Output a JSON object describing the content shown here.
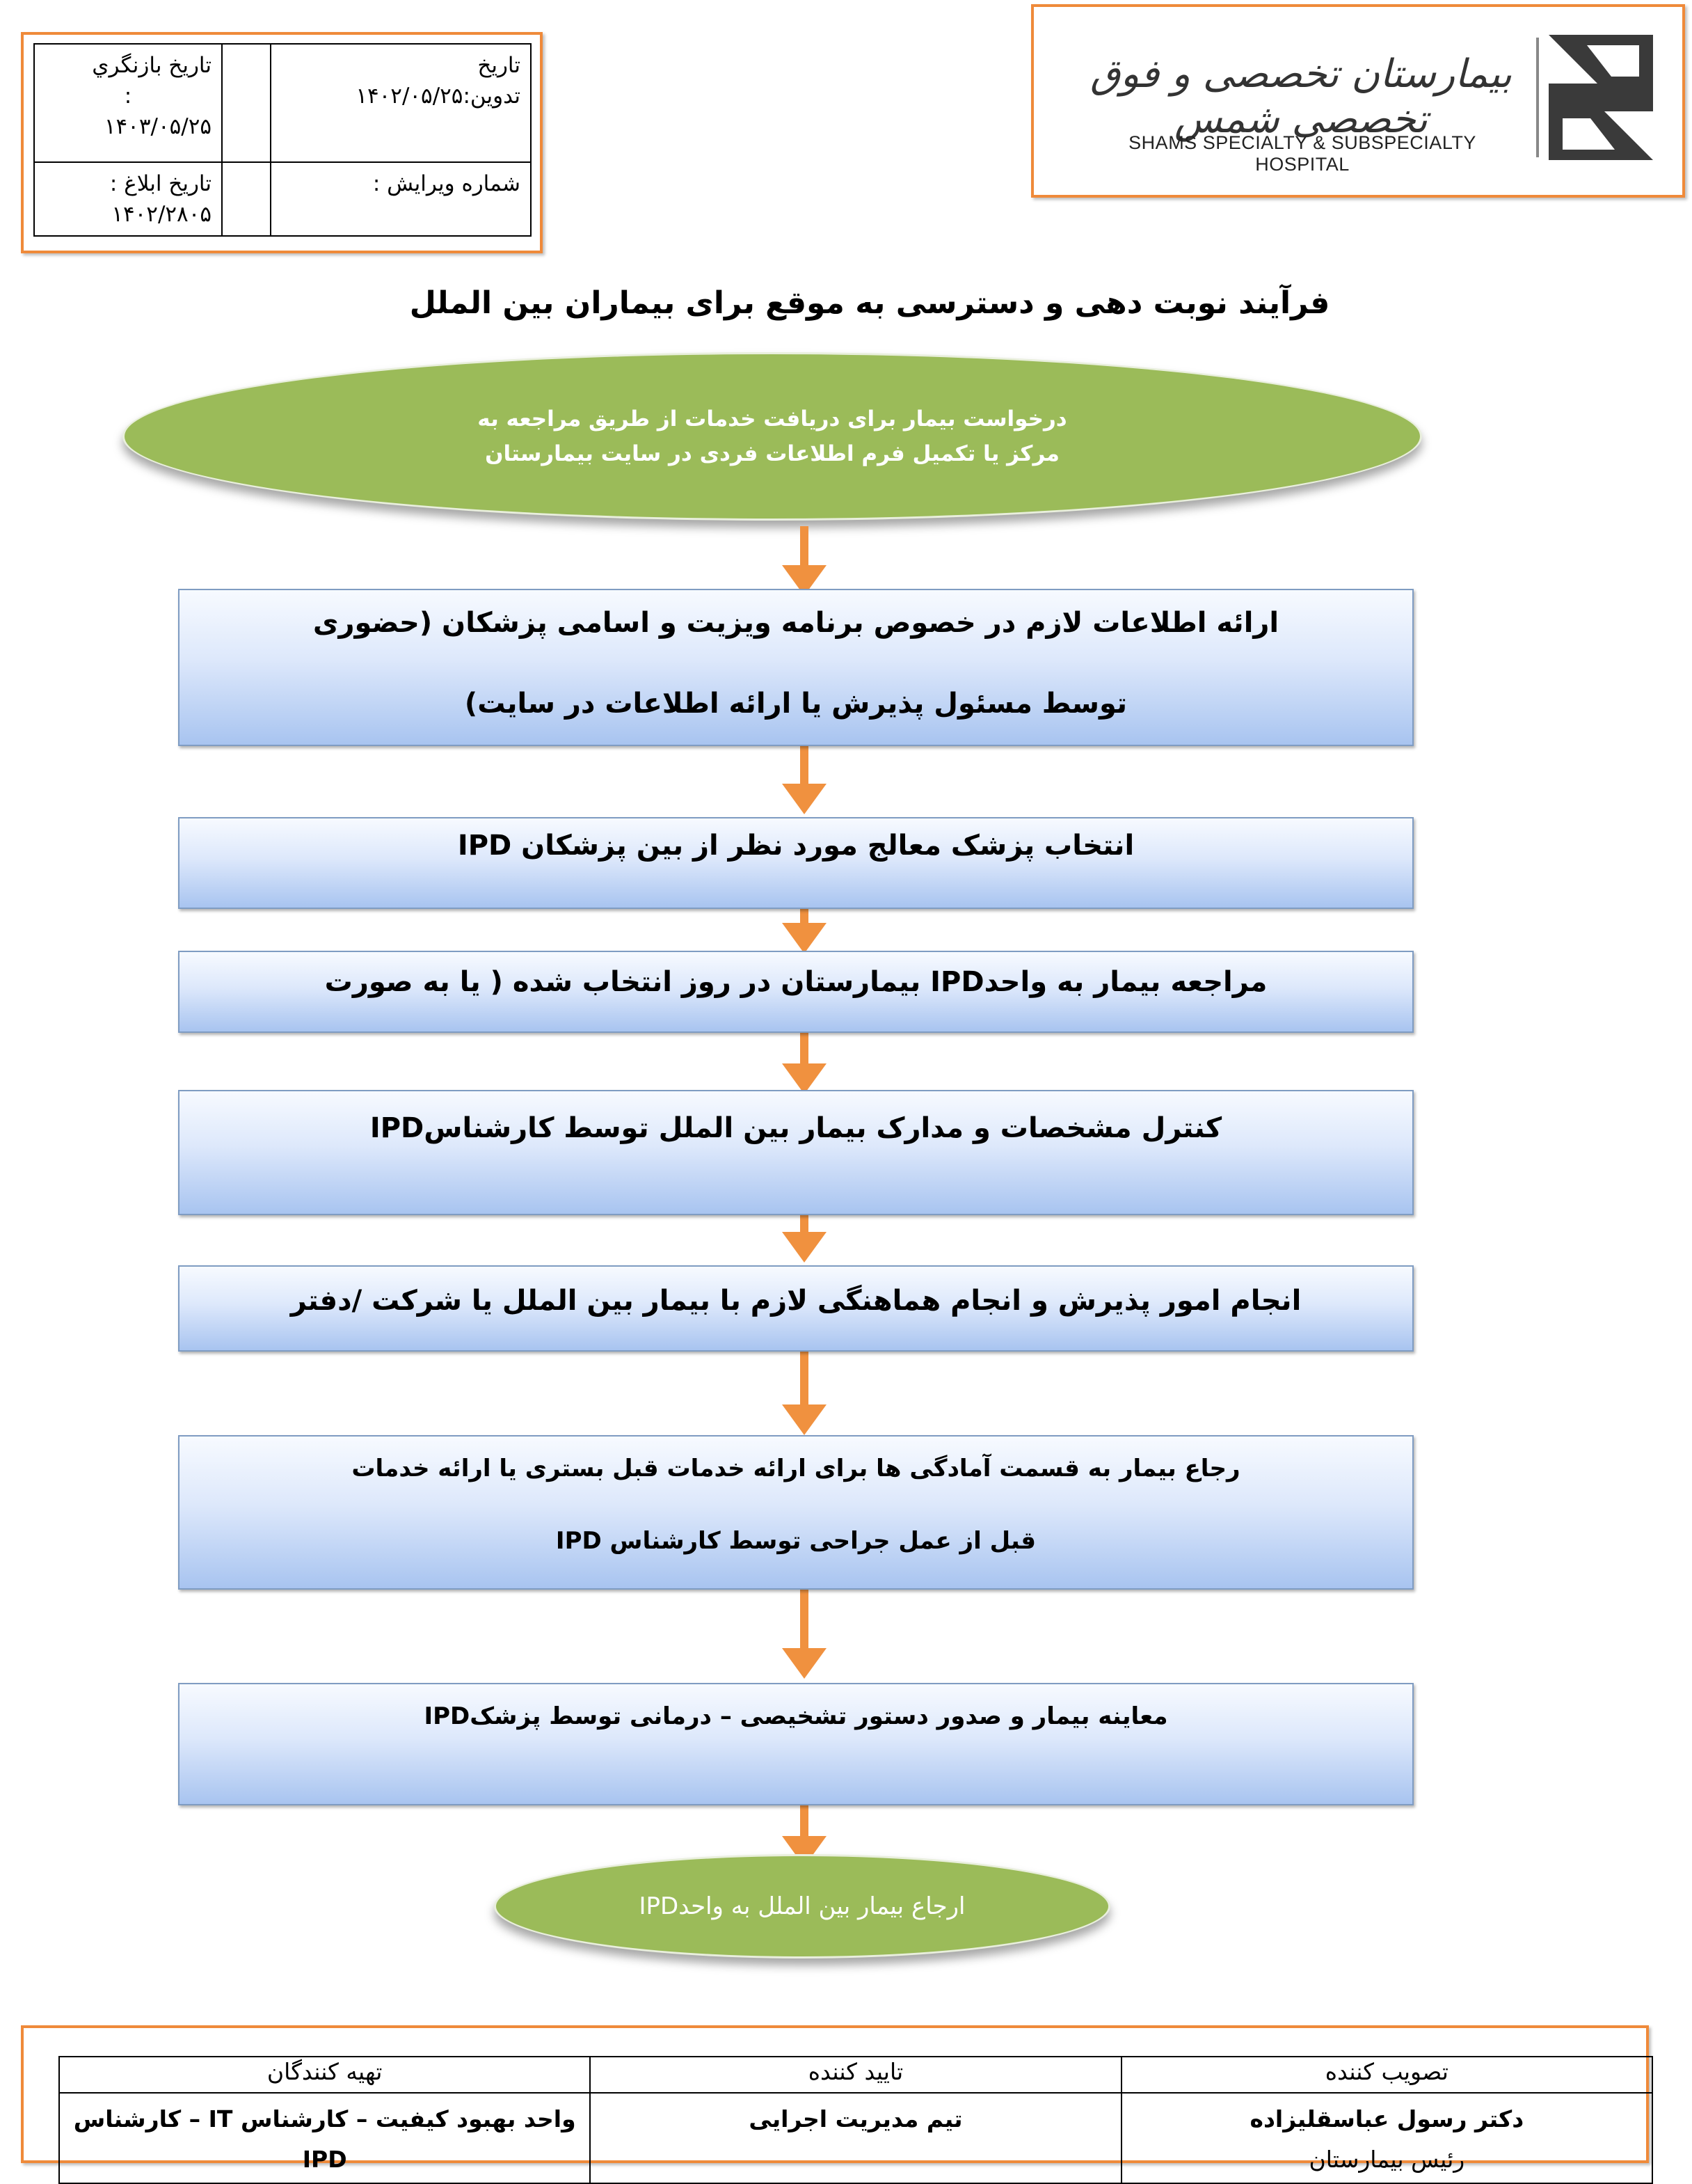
{
  "header": {
    "revision_date_label": "تاريخ بازنگري",
    "revision_date_colon": ":",
    "revision_date_value": "۱۴۰۳/۰۵/۲۵",
    "compile_date_label": "تاریخ",
    "compile_date_text": "تدوین:۱۴۰۲/۰۵/۲۵",
    "notify_label": "تاريخ ابلاغ :",
    "notify_value": "۱۴۰۲/۲۸۰۵",
    "edit_number_label": "شماره ویرایش :",
    "logo": {
      "name_fa": "بیمارستان تخصصی و فوق تخصصی شمس",
      "name_en": "SHAMS SPECIALTY & SUBSPECIALTY HOSPITAL"
    }
  },
  "title": "فرآیند نوبت دهی و دسترسی به موقع برای بیماران بین الملل",
  "start": {
    "line1": "درخواست بیمار برای دریافت خدمات از طریق مراجعه به",
    "line2": "مرکز یا تکمیل فرم اطلاعات فردی در سایت بیمارستان"
  },
  "steps": [
    {
      "line1": "ارائه اطلاعات لازم در خصوص برنامه ویزیت و اسامی پزشکان (حضوری",
      "line2": "توسط مسئول پذیرش یا ارائه اطلاعات در سایت)"
    },
    {
      "line1": "انتخاب پزشک معالج مورد نظر از بین پزشکان IPD"
    },
    {
      "line1": "مراجعه بیمار به واحدIPD  بیمارستان در روز انتخاب شده ( یا به صورت"
    },
    {
      "line1": "کنترل مشخصات و مدارک بیمار بین الملل توسط کارشناسIPD"
    },
    {
      "line1": "انجام امور پذیرش و انجام هماهنگی لازم با بیمار بین الملل یا شرکت /دفتر"
    },
    {
      "line1": "رجاع بیمار به قسمت آمادگی ها برای ارائه خدمات قبل بستری یا ارائه خدمات",
      "line2": "قبل از عمل جراحی توسط کارشناس IPD"
    },
    {
      "line1": "معاینه بیمار و صدور دستور تشخیصی – درمانی توسط پزشکIPD"
    }
  ],
  "end": {
    "line1": "ارجاع بیمار بین الملل به واحدIPD"
  },
  "footer": {
    "headers": [
      "تهیه کنندگان",
      "تایید کننده",
      "تصویب کننده"
    ],
    "preparers_line1": "واحد بهبود کیفیت – کارشناس IT – کارشناس",
    "preparers_line2": "IPD",
    "approver": "تیم مدیریت اجرایی",
    "ratifier_line1": "دکتر رسول عباسقلیزاده",
    "ratifier_line2": "رئیس بیمارستان"
  },
  "colors": {
    "orange": "#ef8a3a",
    "oval_green": "#9bbb59",
    "box_blue": "#a8c4f0"
  }
}
